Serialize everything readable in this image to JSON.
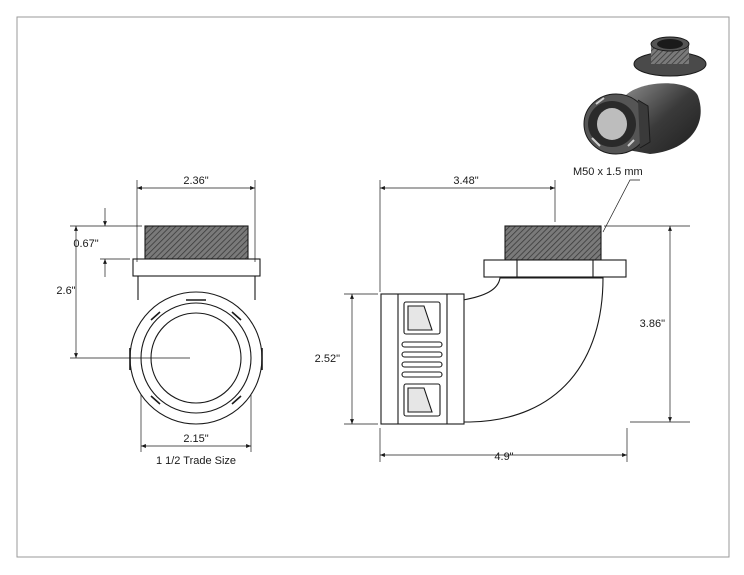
{
  "dimensions": {
    "front_width": "2.36\"",
    "front_thread_height": "0.67\"",
    "front_height": "2.6\"",
    "front_bore": "2.15\"",
    "side_offset": "3.48\"",
    "side_height": "3.86\"",
    "side_body_height": "2.52\"",
    "side_length": "4.9\""
  },
  "labels": {
    "trade_size": "1 1/2 Trade Size",
    "thread_spec": "M50 x 1.5 mm"
  },
  "colors": {
    "line": "#1a1a1a",
    "part_fill": "#ffffff",
    "thread_fill": "#6e6e6e",
    "render_dark": "#3a3a3a"
  }
}
